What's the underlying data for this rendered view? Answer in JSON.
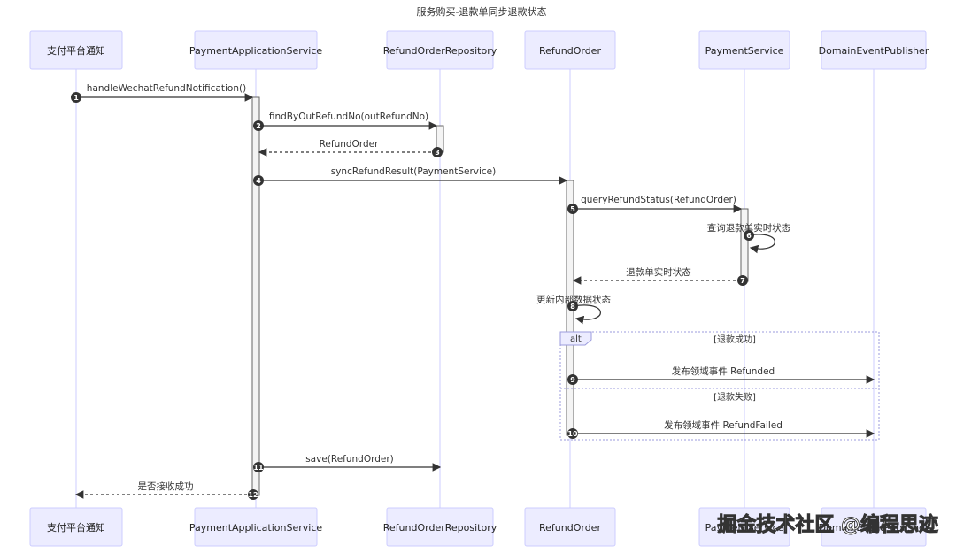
{
  "title": "服务购买-退款单同步退款状态",
  "participants": [
    "支付平台通知",
    "PaymentApplicationService",
    "RefundOrderRepository",
    "RefundOrder",
    "PaymentService",
    "DomainEventPublisher"
  ],
  "messages": [
    {
      "num": "1",
      "label": "handleWechatRefundNotification()"
    },
    {
      "num": "2",
      "label": "findByOutRefundNo(outRefundNo)"
    },
    {
      "num": "3",
      "label": "RefundOrder"
    },
    {
      "num": "4",
      "label": "syncRefundResult(PaymentService)"
    },
    {
      "num": "5",
      "label": "queryRefundStatus(RefundOrder)"
    },
    {
      "num": "6",
      "label": "查询退款单实时状态"
    },
    {
      "num": "7",
      "label": "退款单实时状态"
    },
    {
      "num": "8",
      "label": "更新内部数据状态"
    },
    {
      "num": "9",
      "label": "发布领域事件 Refunded"
    },
    {
      "num": "10",
      "label": "发布领域事件 RefundFailed"
    },
    {
      "num": "11",
      "label": "save(RefundOrder)"
    },
    {
      "num": "12",
      "label": "是否接收成功"
    }
  ],
  "alt": {
    "keyword": "alt",
    "cond1": "[退款成功]",
    "cond2": "[退款失败]"
  },
  "watermark": "掘金技术社区 @编程思迹"
}
